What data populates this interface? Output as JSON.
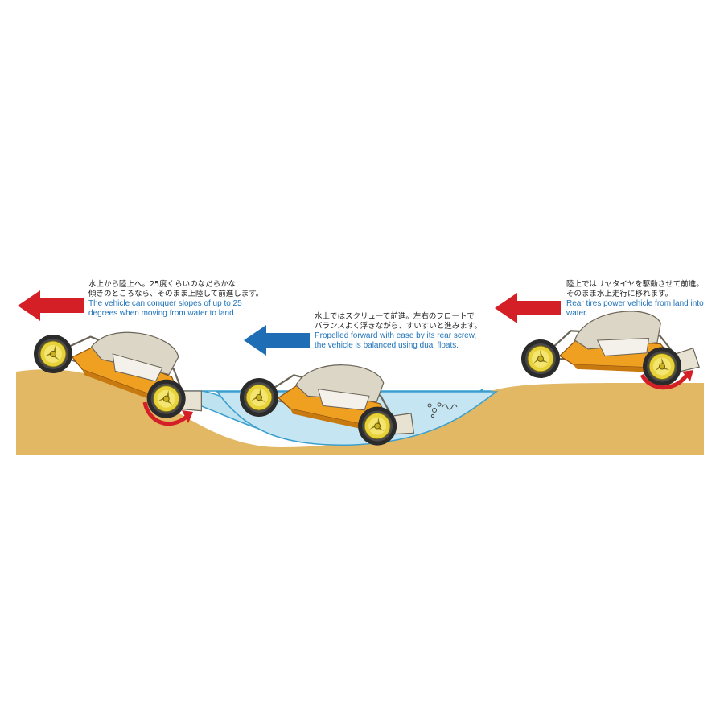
{
  "colors": {
    "sand": "#e2b865",
    "water": "#bfe2ef",
    "water_edge": "#3a9fcf",
    "arrow_red": "#d41f26",
    "arrow_blue": "#1f6db5",
    "en_text": "#1d72b8",
    "chassis": "#f0a020",
    "body_shell": "#dcd6c6",
    "wheel_rim": "#e8d23a"
  },
  "captions": {
    "left": {
      "ja": "水上から陸上へ。25度くらいのなだらかな\n傾きのところなら、そのまま上陸して前進します。",
      "en": "The vehicle can conquer slopes of up to 25\ndegrees when moving from water to land."
    },
    "middle": {
      "ja": "水上ではスクリューで前進。左右のフロートで\nバランスよく浮きながら、すいすいと進みます。",
      "en": "Propelled forward with ease by its rear screw,\nthe vehicle is balanced using dual floats."
    },
    "right": {
      "ja": "陸上ではリヤタイヤを駆動させて前進。\nそのまま水上走行に移れます。",
      "en": "Rear tires power vehicle from land into\nwater."
    }
  },
  "icons": {
    "direction": "left-arrow-icon",
    "wheel_rotation": "rotation-arrow-icon",
    "propeller_bubbles": "bubbles-icon"
  }
}
